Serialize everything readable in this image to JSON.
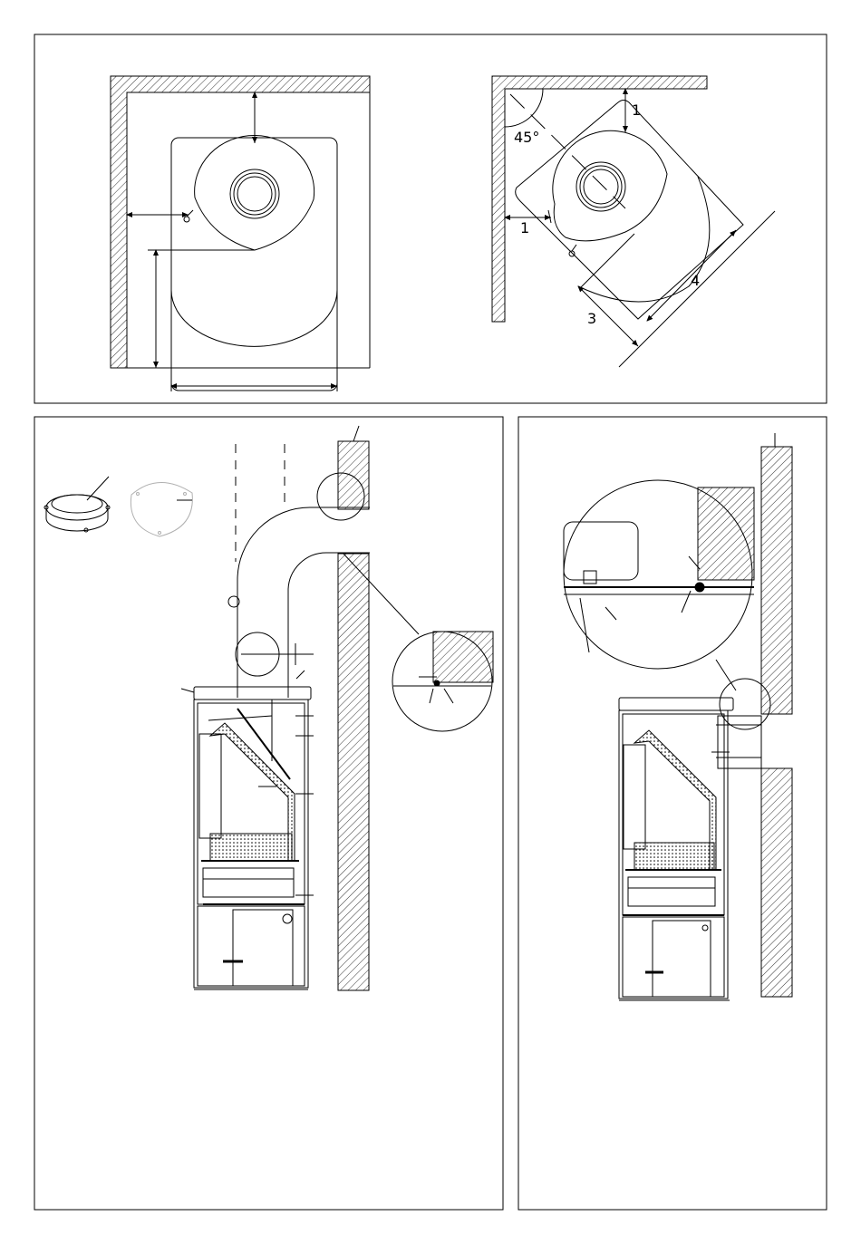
{
  "top_right": {
    "dim_a": "1",
    "dim_b": "1",
    "dim_c": "3",
    "dim_d": "4",
    "angle": "45°"
  },
  "colors": {
    "line": "#000000",
    "hatch": "#000000",
    "background": "#ffffff"
  }
}
